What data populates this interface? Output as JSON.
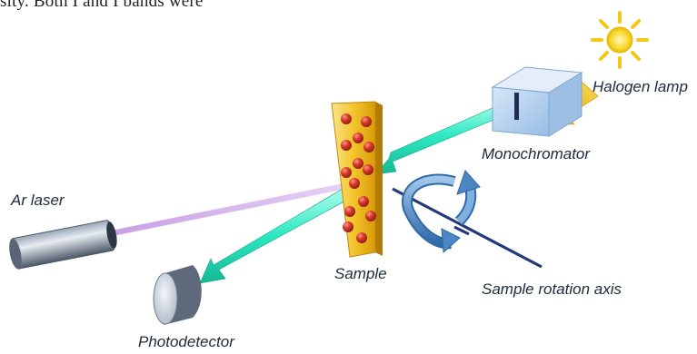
{
  "top_text": "sity. Both I and I bands were",
  "labels": {
    "halogen_lamp": "Halogen lamp",
    "monochromator": "Monochromator",
    "ar_laser": "Ar laser",
    "sample": "Sample",
    "sample_rotation_axis": "Sample rotation axis",
    "photodetector": "Photodetector"
  },
  "colors": {
    "beam": "#2ee8c2",
    "laser_beam": "#c79ae6",
    "sample_plate": "#f2c530",
    "particles": "#d4382c",
    "rotation_arrow": "#4a86c2",
    "axis_line": "#233a78",
    "monochromator": "#aac8ea",
    "sun": "#f7d21a",
    "lamp_arrow": "#eebf1c"
  }
}
